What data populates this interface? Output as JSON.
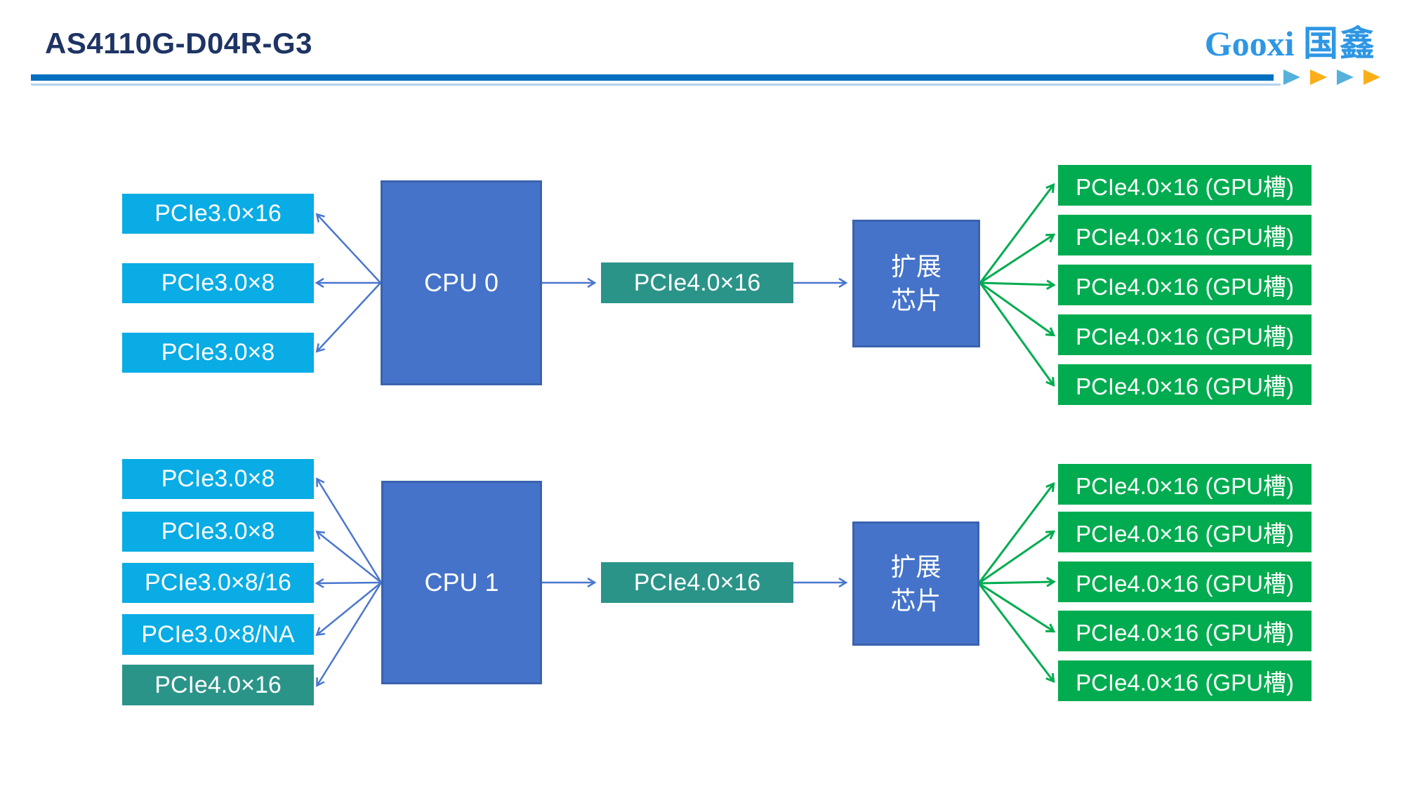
{
  "header": {
    "title": "AS4110G-D04R-G3",
    "logo_name": "Gooxi",
    "logo_cjk": "国鑫"
  },
  "colors": {
    "title_navy": "#1E3464",
    "divider_bar": "#0070C0",
    "divider_line": "#B5D2EF",
    "logo_blue": "#2E97E5",
    "triangle_blue": "#55B1DB",
    "triangle_orange": "#FBAE17",
    "cpu_fill": "#4573C9",
    "cpu_border": "#3A62AE",
    "slot_lightblue": "#09ACE4",
    "slot_teal": "#2B9488",
    "gpu_green": "#00AC4F",
    "arrow_blue": "#4A77CE",
    "arrow_green": "#00AC4F"
  },
  "sections": [
    {
      "cpu_label": "CPU 0",
      "left_slots": [
        {
          "label": "PCIe3.0×16"
        },
        {
          "label": "PCIe3.0×8"
        },
        {
          "label": "PCIe3.0×8"
        }
      ],
      "uplink_label": "PCIe4.0×16",
      "expander": {
        "line1": "扩展",
        "line2": "芯片"
      },
      "gpu_slots": [
        "PCIe4.0×16 (GPU槽)",
        "PCIe4.0×16 (GPU槽)",
        "PCIe4.0×16 (GPU槽)",
        "PCIe4.0×16 (GPU槽)",
        "PCIe4.0×16 (GPU槽)"
      ]
    },
    {
      "cpu_label": "CPU 1",
      "left_slots": [
        {
          "label": "PCIe3.0×8"
        },
        {
          "label": "PCIe3.0×8"
        },
        {
          "label": "PCIe3.0×8/16"
        },
        {
          "label": "PCIe3.0×8/NA"
        },
        {
          "label": "PCIe4.0×16"
        }
      ],
      "uplink_label": "PCIe4.0×16",
      "expander": {
        "line1": "扩展",
        "line2": "芯片"
      },
      "gpu_slots": [
        "PCIe4.0×16 (GPU槽)",
        "PCIe4.0×16 (GPU槽)",
        "PCIe4.0×16 (GPU槽)",
        "PCIe4.0×16 (GPU槽)",
        "PCIe4.0×16 (GPU槽)"
      ]
    }
  ]
}
